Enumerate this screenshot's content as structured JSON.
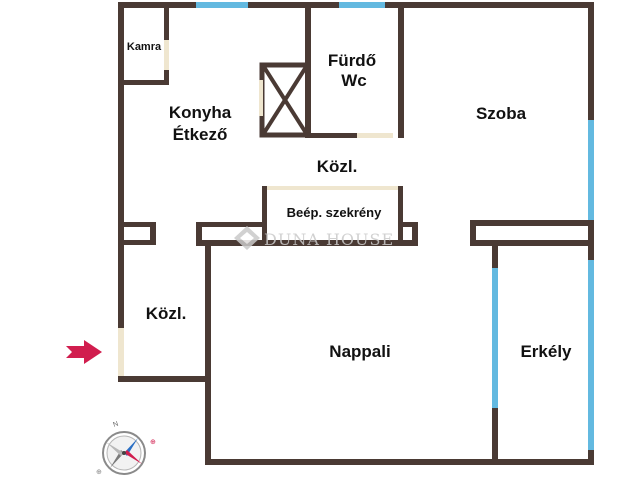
{
  "colors": {
    "wall": "#4a3a34",
    "window": "#63b9e0",
    "door_frame": "#efe6cf",
    "arrow": "#d11d4e",
    "watermark": "#c9c9c9"
  },
  "rooms": {
    "kamra": "Kamra",
    "furdo": "Fürdő",
    "wc": "Wc",
    "konyha": "Konyha",
    "etkezo": "Étkező",
    "kozl_upper": "Közl.",
    "szoba": "Szoba",
    "beep_szekreny": "Beép. szekrény",
    "kozl_lower": "Közl.",
    "nappali": "Nappali",
    "erkely": "Erkély"
  },
  "watermark": {
    "text": "DUNA HOUSE"
  },
  "compass": {
    "north": "N",
    "icon": "compass-icon"
  },
  "entrance": {
    "icon": "entrance-arrow-icon"
  }
}
